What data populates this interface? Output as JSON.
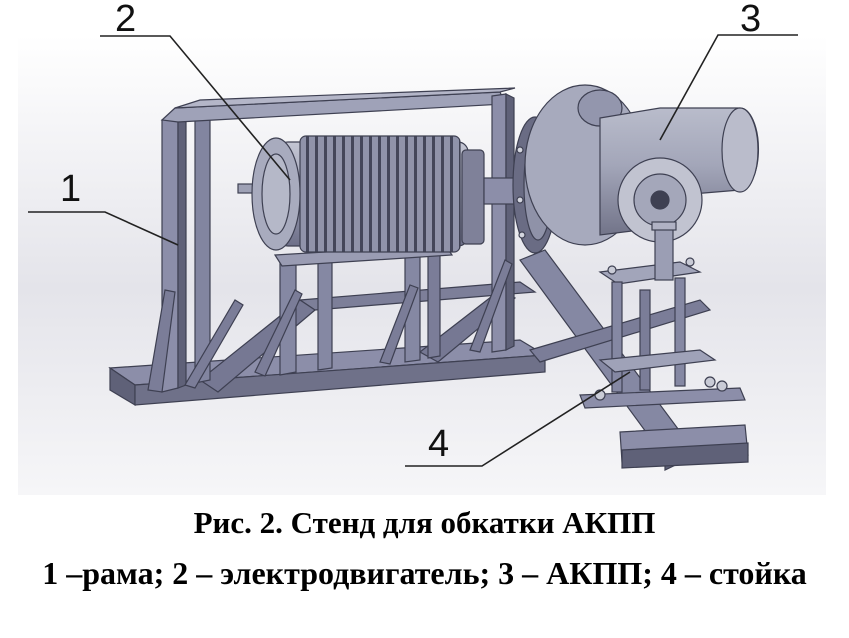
{
  "figure": {
    "callouts": [
      {
        "id": "1",
        "label": "1"
      },
      {
        "id": "2",
        "label": "2"
      },
      {
        "id": "3",
        "label": "3"
      },
      {
        "id": "4",
        "label": "4"
      }
    ],
    "caption": "Рис. 2. Стенд для обкатки АКПП",
    "legend": "1 –рама; 2 – электродвигатель; 3 – АКПП; 4 – стойка"
  },
  "colors": {
    "frame": "#8c8ea9",
    "frame_dark": "#5f6178",
    "metal": "#a3a6b9",
    "background_gradient": "#e4e4ea"
  }
}
